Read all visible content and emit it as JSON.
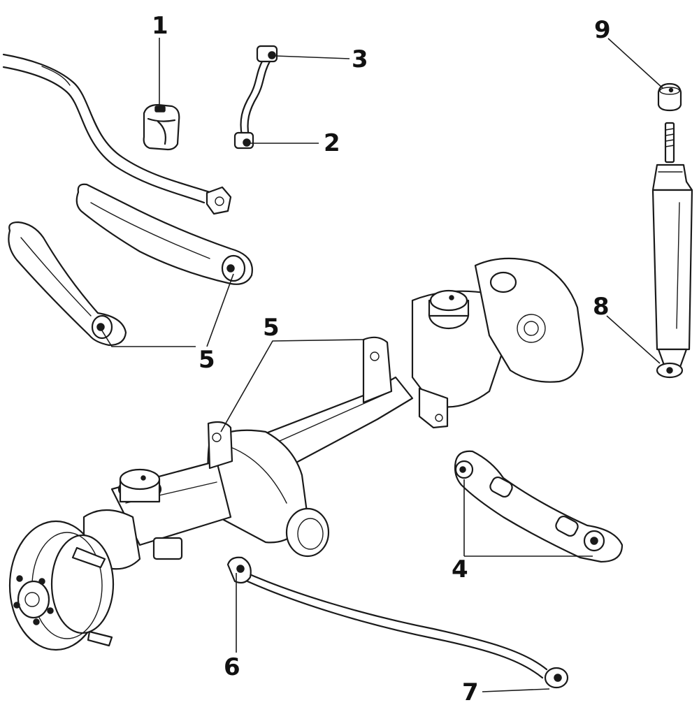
{
  "diagram": {
    "type": "exploded-parts",
    "subject": "front axle suspension assembly",
    "callouts": [
      {
        "id": "c1",
        "label": "1"
      },
      {
        "id": "c2",
        "label": "2"
      },
      {
        "id": "c3",
        "label": "3"
      },
      {
        "id": "c4",
        "label": "4"
      },
      {
        "id": "c5a",
        "label": "5"
      },
      {
        "id": "c5b",
        "label": "5"
      },
      {
        "id": "c6",
        "label": "6"
      },
      {
        "id": "c7",
        "label": "7"
      },
      {
        "id": "c8",
        "label": "8"
      },
      {
        "id": "c9",
        "label": "9"
      }
    ]
  }
}
